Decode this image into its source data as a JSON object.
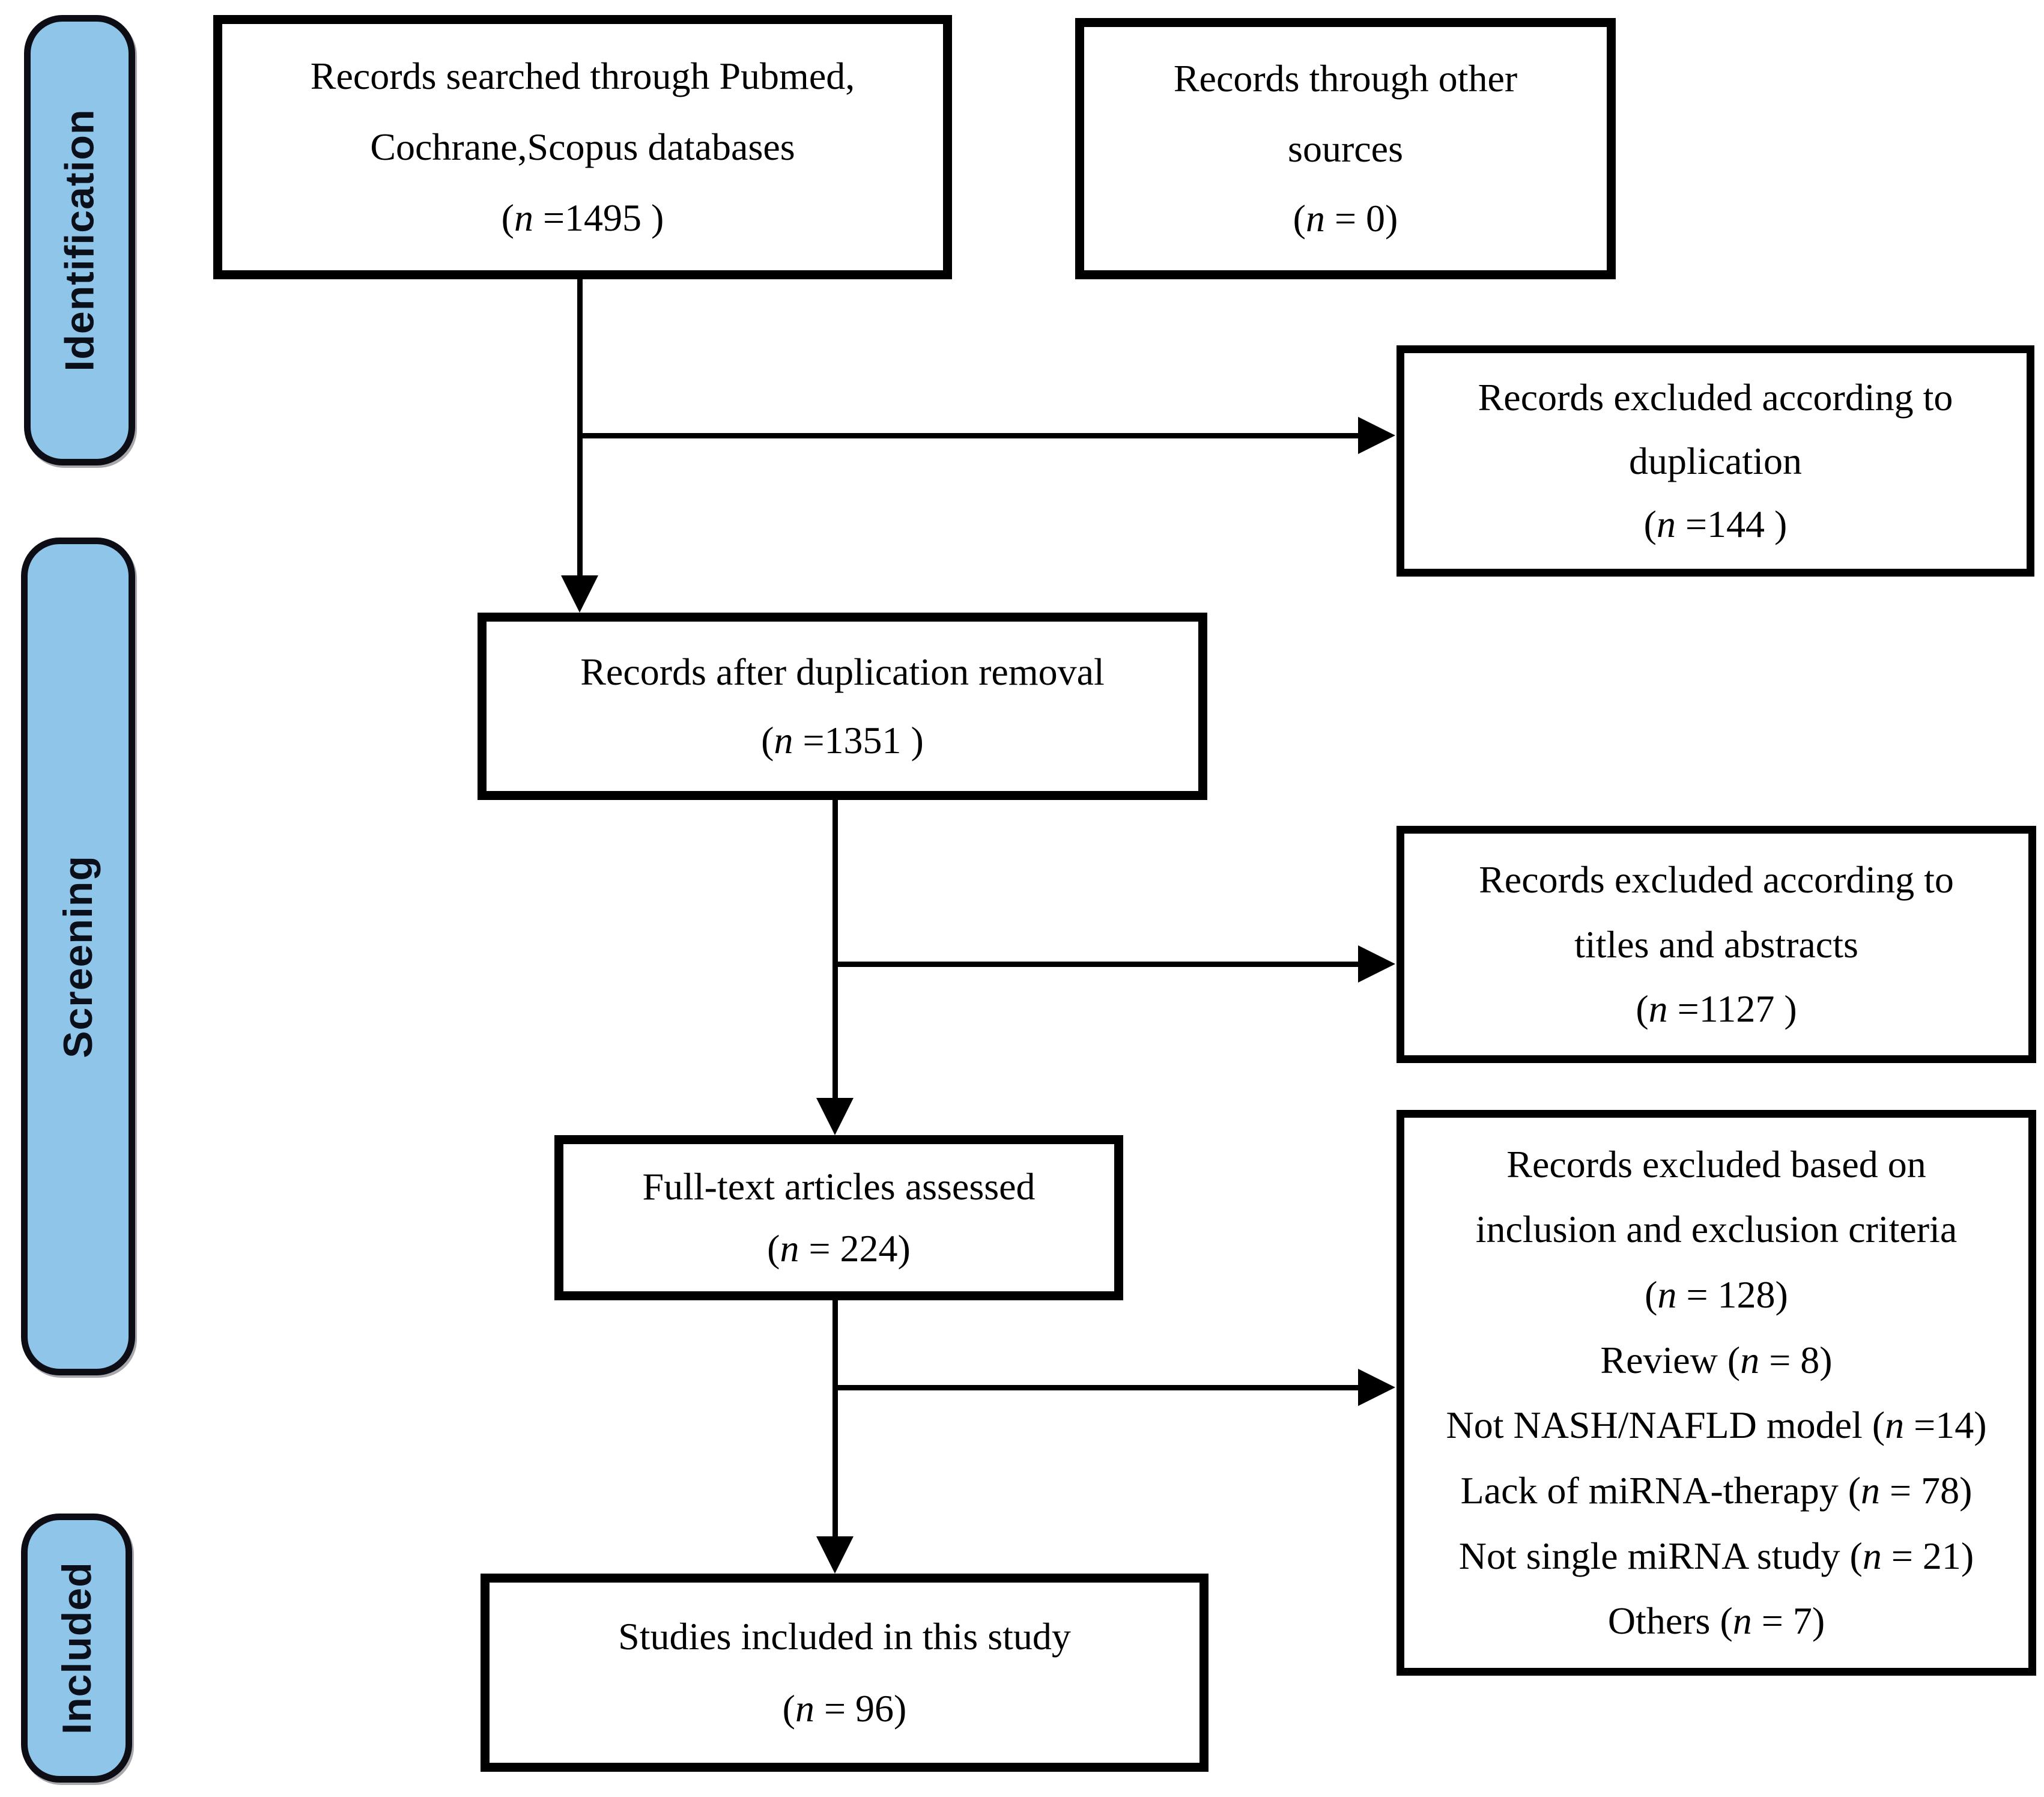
{
  "page": {
    "background_color": "#ffffff",
    "line_color": "#000000"
  },
  "sidebar": {
    "pill_fill_color": "#90C5EA",
    "pill_border_color": "#0d0d16",
    "stages": [
      {
        "label": "Identification"
      },
      {
        "label": "Screening"
      },
      {
        "label": "Included"
      }
    ]
  },
  "flowchart": {
    "boxes": {
      "searched": {
        "lines": [
          "Records searched through Pubmed,",
          "Cochrane,Scopus databases",
          "(n =1495 )"
        ]
      },
      "other_sources": {
        "lines": [
          "Records through other",
          "sources",
          "(n = 0)"
        ]
      },
      "excluded_duplication": {
        "lines": [
          "Records excluded according to",
          "duplication",
          "(n =144 )"
        ]
      },
      "after_duplication": {
        "lines": [
          "Records after duplication removal",
          "(n =1351 )"
        ]
      },
      "excluded_titles_abstracts": {
        "lines": [
          "Records excluded according to",
          "titles and abstracts",
          "(n =1127 )"
        ]
      },
      "fulltext_assessed": {
        "lines": [
          "Full-text articles assessed",
          "(n = 224)"
        ]
      },
      "excluded_criteria": {
        "lines": [
          "Records excluded based on",
          "inclusion and exclusion criteria",
          "(n = 128)",
          "Review (n = 8)",
          "Not NASH/NAFLD model (n =14)",
          "Lack of miRNA-therapy (n = 78)",
          "Not single miRNA study (n = 21)",
          "Others (n = 7)"
        ]
      },
      "studies_included": {
        "lines": [
          "Studies included in this study",
          "(n = 96)"
        ]
      }
    }
  }
}
